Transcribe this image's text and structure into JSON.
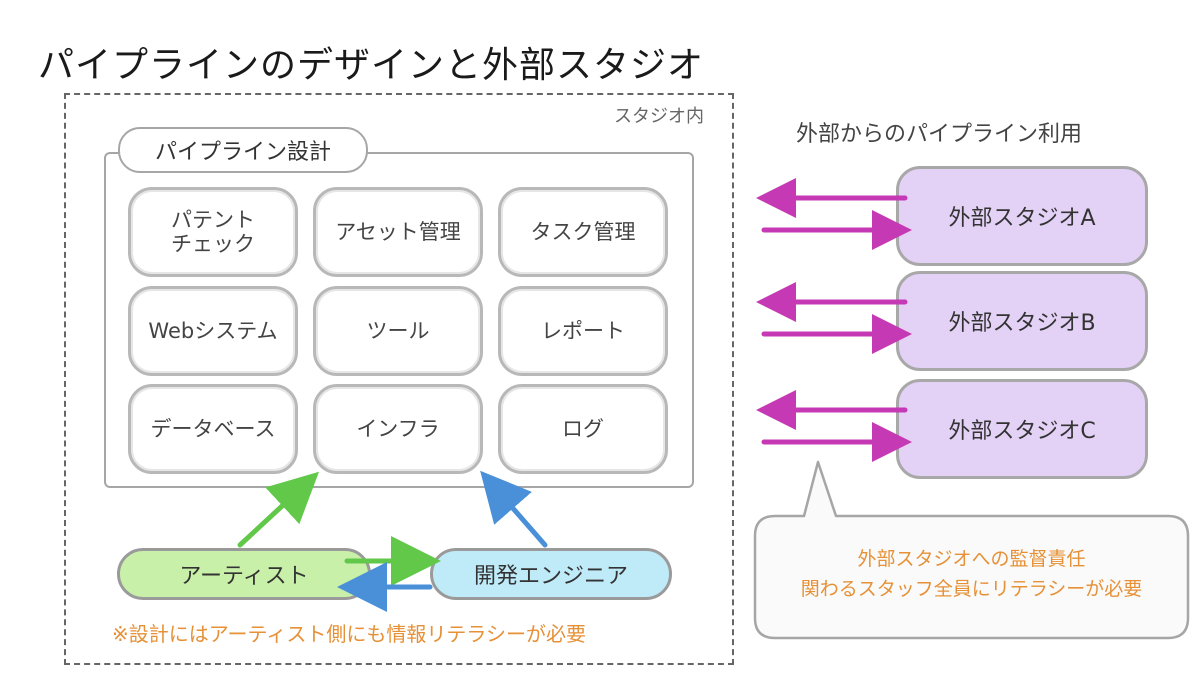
{
  "title": "パイプラインのデザインと外部スタジオ",
  "studio_label": "スタジオ内",
  "pipeline": {
    "title": "パイプライン設計",
    "modules": [
      "パテント\nチェック",
      "アセット管理",
      "タスク管理",
      "Webシステム",
      "ツール",
      "レポート",
      "データベース",
      "インフラ",
      "ログ"
    ]
  },
  "roles": {
    "artist": "アーティスト",
    "engineer": "開発エンジニア"
  },
  "note": "※設計にはアーティスト側にも情報リテラシーが必要",
  "external": {
    "title": "外部からのパイプライン利用",
    "studios": [
      "外部スタジオA",
      "外部スタジオB",
      "外部スタジオC"
    ],
    "callout_line1": "外部スタジオへの監督責任",
    "callout_line2": "関わるスタッフ全員にリテラシーが必要"
  },
  "colors": {
    "artist_fill": "#c9f0a9",
    "engineer_fill": "#bfeaf8",
    "external_fill": "#e3d1f6",
    "green_arrow": "#62c84a",
    "blue_arrow": "#4a90d9",
    "magenta_arrow": "#c639b4",
    "orange_text": "#e69137"
  }
}
